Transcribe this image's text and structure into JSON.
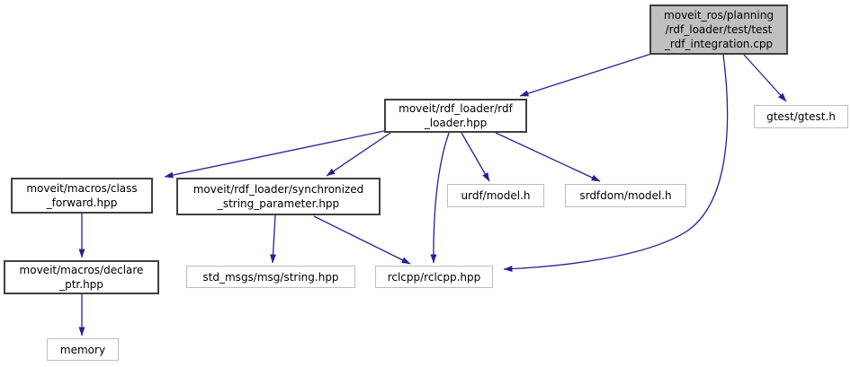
{
  "diagram": {
    "type": "include-dependency-graph",
    "colors": {
      "edge": "#22229a",
      "node_border_documented": "#404040",
      "node_border_external": "#bdbdbd",
      "current_node_fill": "#bfbfbf",
      "background": "#ffffff"
    },
    "nodes": {
      "test_cpp": {
        "label": "moveit_ros/planning/rdf_loader/test/test_rdf_integration.cpp",
        "lines": [
          "moveit_ros/planning",
          "/rdf_loader/test/test",
          "_rdf_integration.cpp"
        ],
        "kind": "current"
      },
      "rdf_loader": {
        "label": "moveit/rdf_loader/rdf_loader.hpp",
        "lines": [
          "moveit/rdf_loader/rdf",
          "_loader.hpp"
        ],
        "kind": "internal"
      },
      "gtest": {
        "label": "gtest/gtest.h",
        "lines": [
          "gtest/gtest.h"
        ],
        "kind": "external"
      },
      "class_forward": {
        "label": "moveit/macros/class_forward.hpp",
        "lines": [
          "moveit/macros/class",
          "_forward.hpp"
        ],
        "kind": "internal"
      },
      "synchronized": {
        "label": "moveit/rdf_loader/synchronized_string_parameter.hpp",
        "lines": [
          "moveit/rdf_loader/synchronized",
          "_string_parameter.hpp"
        ],
        "kind": "internal"
      },
      "urdf": {
        "label": "urdf/model.h",
        "lines": [
          "urdf/model.h"
        ],
        "kind": "external"
      },
      "srdfdom": {
        "label": "srdfdom/model.h",
        "lines": [
          "srdfdom/model.h"
        ],
        "kind": "external"
      },
      "declare_ptr": {
        "label": "moveit/macros/declare_ptr.hpp",
        "lines": [
          "moveit/macros/declare",
          "_ptr.hpp"
        ],
        "kind": "internal"
      },
      "std_msgs": {
        "label": "std_msgs/msg/string.hpp",
        "lines": [
          "std_msgs/msg/string.hpp"
        ],
        "kind": "external"
      },
      "rclcpp": {
        "label": "rclcpp/rclcpp.hpp",
        "lines": [
          "rclcpp/rclcpp.hpp"
        ],
        "kind": "external"
      },
      "memory": {
        "label": "memory",
        "lines": [
          "memory"
        ],
        "kind": "external"
      }
    },
    "edges": [
      {
        "from": "test_cpp",
        "to": "rdf_loader"
      },
      {
        "from": "test_cpp",
        "to": "gtest"
      },
      {
        "from": "test_cpp",
        "to": "rclcpp"
      },
      {
        "from": "rdf_loader",
        "to": "class_forward"
      },
      {
        "from": "rdf_loader",
        "to": "synchronized"
      },
      {
        "from": "rdf_loader",
        "to": "urdf"
      },
      {
        "from": "rdf_loader",
        "to": "srdfdom"
      },
      {
        "from": "rdf_loader",
        "to": "rclcpp"
      },
      {
        "from": "synchronized",
        "to": "std_msgs"
      },
      {
        "from": "synchronized",
        "to": "rclcpp"
      },
      {
        "from": "class_forward",
        "to": "declare_ptr"
      },
      {
        "from": "declare_ptr",
        "to": "memory"
      }
    ]
  }
}
